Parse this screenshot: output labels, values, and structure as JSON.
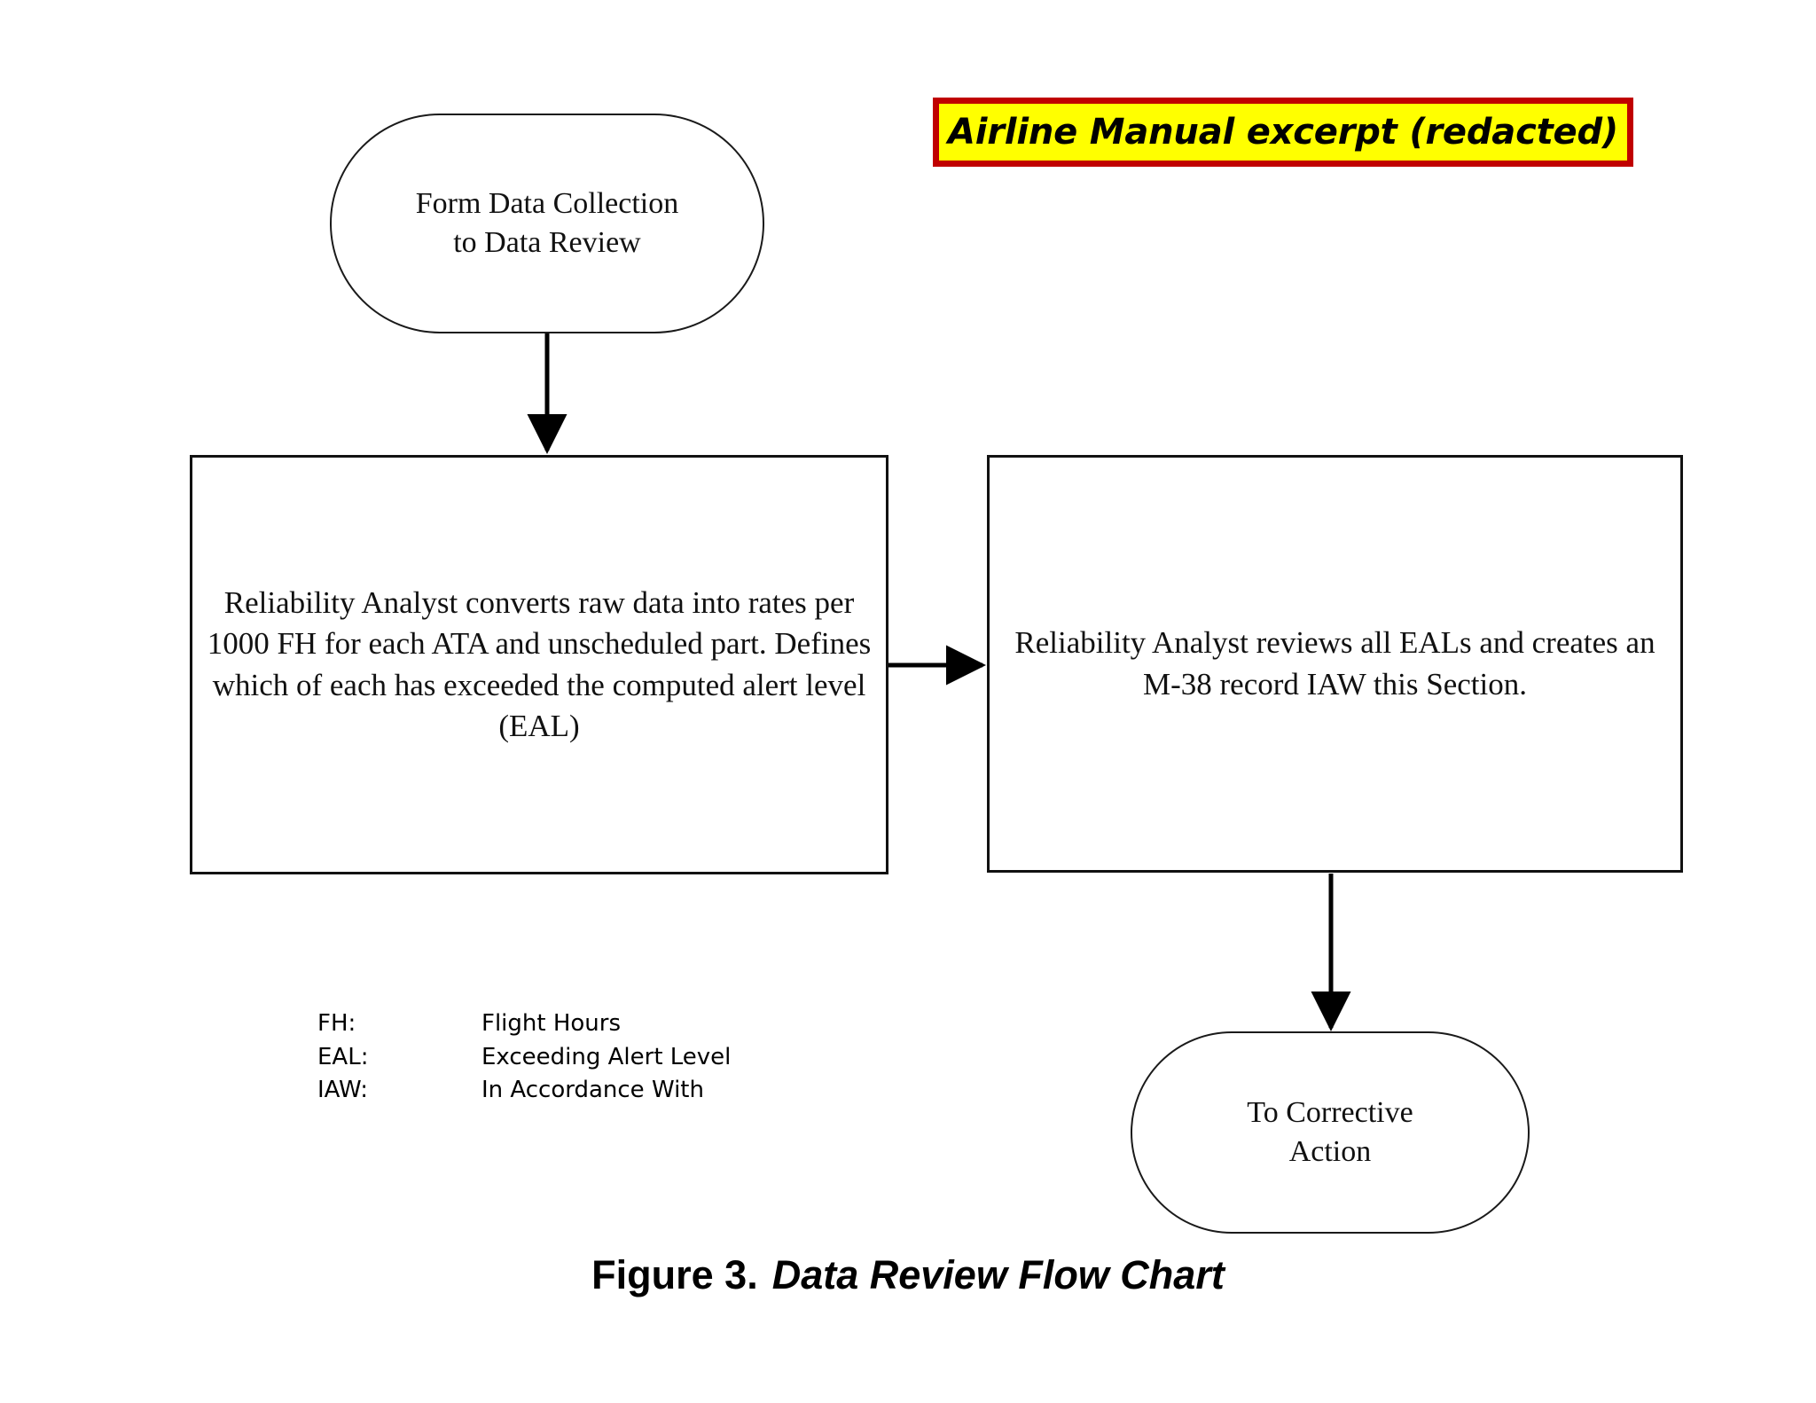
{
  "banner": {
    "text": "Airline Manual excerpt (redacted)",
    "background_color": "#FFFF00",
    "border_color": "#C00000",
    "text_color": "#000000"
  },
  "flowchart": {
    "nodes": [
      {
        "id": "start",
        "shape": "terminator",
        "text": "Form Data Collection\nto Data Review"
      },
      {
        "id": "convert",
        "shape": "process",
        "text": "Reliability Analyst converts raw data into rates per 1000 FH for each ATA and unscheduled part. Defines which of each has exceeded the computed alert level (EAL)"
      },
      {
        "id": "review",
        "shape": "process",
        "text": "Reliability Analyst reviews all EALs and creates an M-38 record IAW this Section."
      },
      {
        "id": "end",
        "shape": "terminator",
        "text": "To Corrective\nAction"
      }
    ],
    "edges": [
      {
        "from": "start",
        "to": "convert",
        "direction": "down"
      },
      {
        "from": "convert",
        "to": "review",
        "direction": "right"
      },
      {
        "from": "review",
        "to": "end",
        "direction": "down"
      }
    ],
    "line_color": "#000000"
  },
  "legend": {
    "rows": [
      {
        "term": "FH:",
        "definition": "Flight Hours"
      },
      {
        "term": "EAL:",
        "definition": "Exceeding Alert Level"
      },
      {
        "term": "IAW:",
        "definition": "In Accordance With"
      }
    ]
  },
  "caption": {
    "label": "Figure 3.",
    "title": "Data Review Flow Chart"
  }
}
